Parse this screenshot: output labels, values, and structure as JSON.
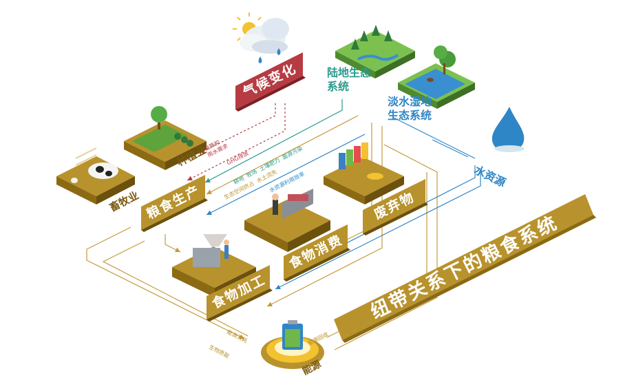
{
  "title": "纽带关系下的粮食系统",
  "nodes": {
    "climate": "气候变化",
    "land_eco": [
      "陆地生态",
      "系统"
    ],
    "wetland_eco": [
      "淡水湿地",
      "生态系统"
    ],
    "water": "水资源",
    "crop": "种植业",
    "livestock": "畜牧业",
    "food_production": "粮食生产",
    "food_consumption": "食物消费",
    "food_processing": "食物加工",
    "waste": "废弃物",
    "energy": "能源"
  },
  "flows": {
    "rain_water_demand": [
      "高降和",
      "雨水需求"
    ],
    "ghg": "GHG排放",
    "land_services": [
      "耕地",
      "牧场",
      "土壤肥力",
      "面源污染"
    ],
    "eco_services": [
      "生态空间挤占",
      "水土流失"
    ],
    "water_use": "水资源利用效率",
    "energy_consume_left": "能源消耗",
    "energy_consume_right": "能源回收",
    "biomass_energy": "生物质能"
  },
  "colors": {
    "gold": "#b8922c",
    "gold_dark": "#8c6a14",
    "teal": "#2a9b8d",
    "blue": "#2f86c6",
    "red": "#b63b42",
    "grass": "#6fb74a"
  }
}
